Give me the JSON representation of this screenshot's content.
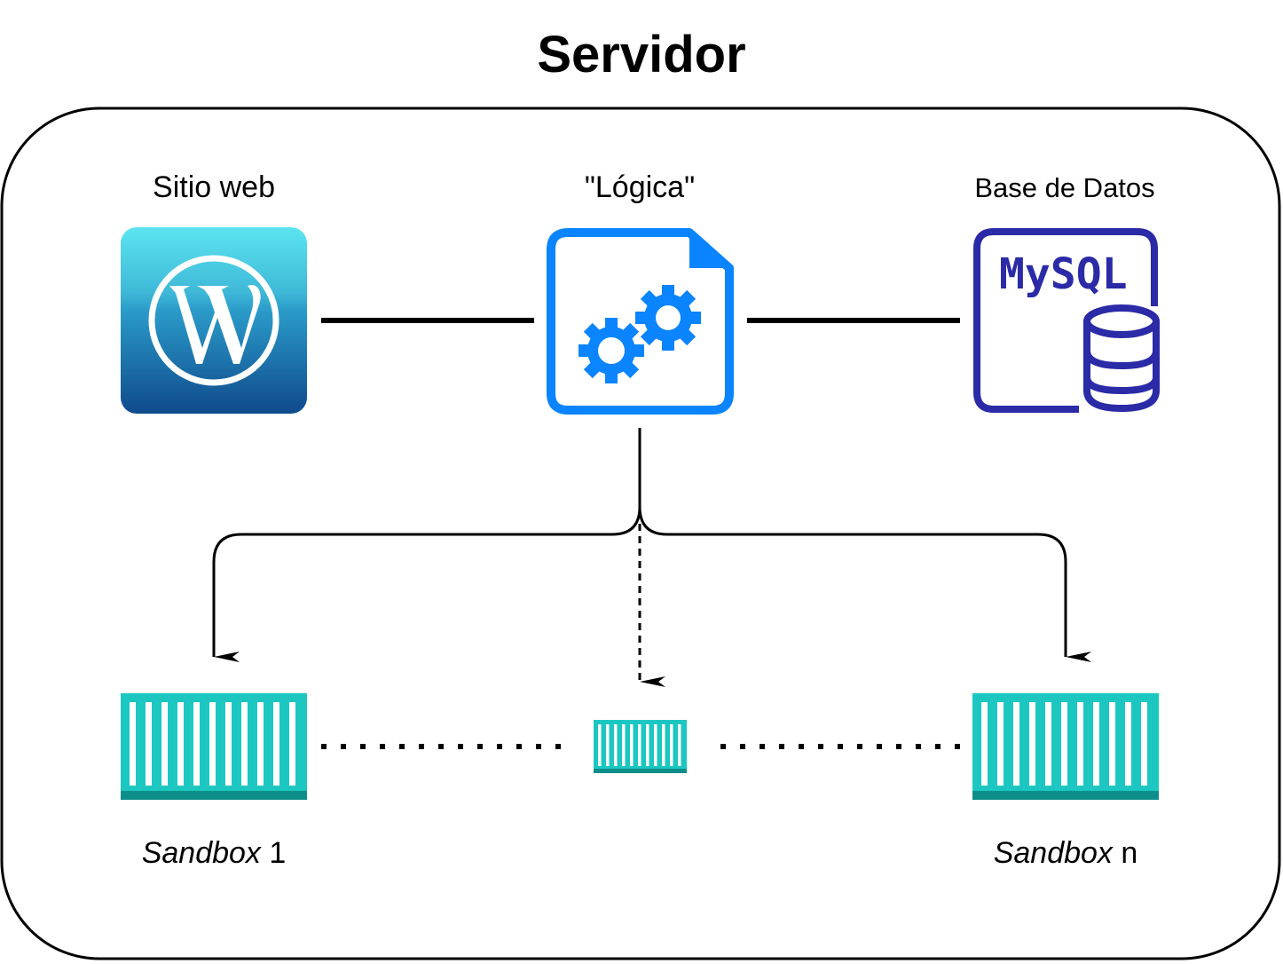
{
  "title": "Servidor",
  "nodes": {
    "website": {
      "label": "Sitio web",
      "icon": "wordpress-icon"
    },
    "logic": {
      "label": "\"Lógica\"",
      "icon": "settings-document-icon"
    },
    "database": {
      "label": "Base de Datos",
      "icon": "mysql-database-icon",
      "logo_text": "MySQL"
    },
    "sandbox_1": {
      "label_italic": "Sandbox",
      "label_suffix": " 1",
      "icon": "container-icon"
    },
    "sandbox_middle": {
      "icon": "container-icon"
    },
    "sandbox_n": {
      "label_italic": "Sandbox",
      "label_suffix": " n",
      "icon": "container-icon"
    }
  },
  "colors": {
    "logic_blue": "#0A84FF",
    "mysql_indigo": "#2B2AA7",
    "container_teal": "#1CC7C1",
    "container_dark": "#0E8E8A",
    "wordpress_top": "#5BE2EE",
    "wordpress_bottom": "#0F4D8F"
  }
}
